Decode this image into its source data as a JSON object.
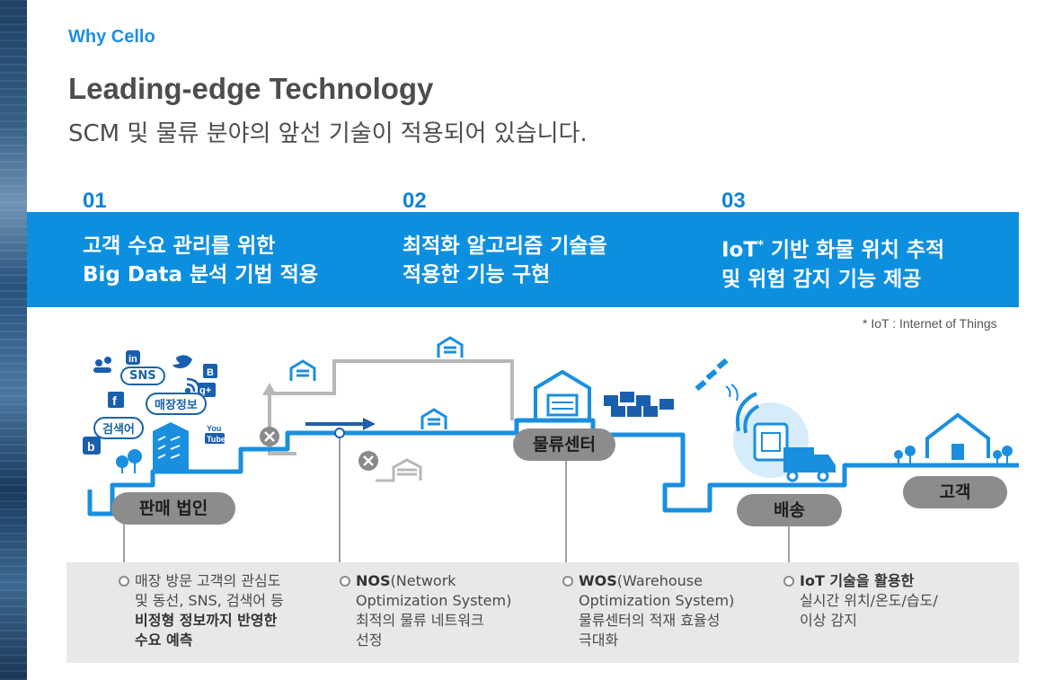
{
  "header": {
    "eyebrow": "Why Cello",
    "title": "Leading-edge Technology",
    "subtitle": "SCM 및 물류 분야의 앞선 기술이 적용되어 있습니다."
  },
  "features": [
    {
      "num": "01",
      "line1": "고객 수요 관리를 위한",
      "line2": "Big Data 분석 기법 적용"
    },
    {
      "num": "02",
      "line1": "최적화 알고리즘 기술을",
      "line2": "적용한 기능 구현"
    },
    {
      "num": "03",
      "line1_a": "IoT",
      "line1_sup": "*",
      "line1_b": " 기반 화물 위치 추적",
      "line2": "및 위험 감지 기능 제공"
    }
  ],
  "footnote": "* IoT : Internet of Things",
  "icons": {
    "sns": "SNS",
    "store_info": "매장정보",
    "search": "검색어",
    "linkedin": "in",
    "blog": "B",
    "gplus": "g+",
    "facebook": "f",
    "youtube_1": "You",
    "youtube_2": "Tube",
    "bing": "b"
  },
  "stages": {
    "sales": "판매 법인",
    "dc": "물류센터",
    "delivery": "배송",
    "customer": "고객"
  },
  "descriptions": [
    {
      "line1": "매장 방문 고객의 관심도",
      "line2": "및 동선, SNS, 검색어 등",
      "line3": "비정형 정보까지 반영한",
      "line4": "수요 예측"
    },
    {
      "bold": "NOS",
      "line1_rest": "(Network",
      "line2": "Optimization System)",
      "line3": "최적의 물류 네트워크",
      "line4": "선정"
    },
    {
      "bold": "WOS",
      "line1_rest": "(Warehouse",
      "line2": "Optimization System)",
      "line3": "물류센터의 적재 효율성",
      "line4": "극대화"
    },
    {
      "bold": "IoT 기술을 활용한",
      "line2": "실시간 위치/온도/습도/",
      "line3": "이상 감지"
    }
  ],
  "colors": {
    "accent": "#0d8fe0",
    "eyebrow": "#1e8fe0",
    "title": "#4d4d4d",
    "pill": "#8c8c8c",
    "panel": "#e8e8e8",
    "route": "#1a8fe0",
    "route_grey": "#b5b5b5"
  }
}
